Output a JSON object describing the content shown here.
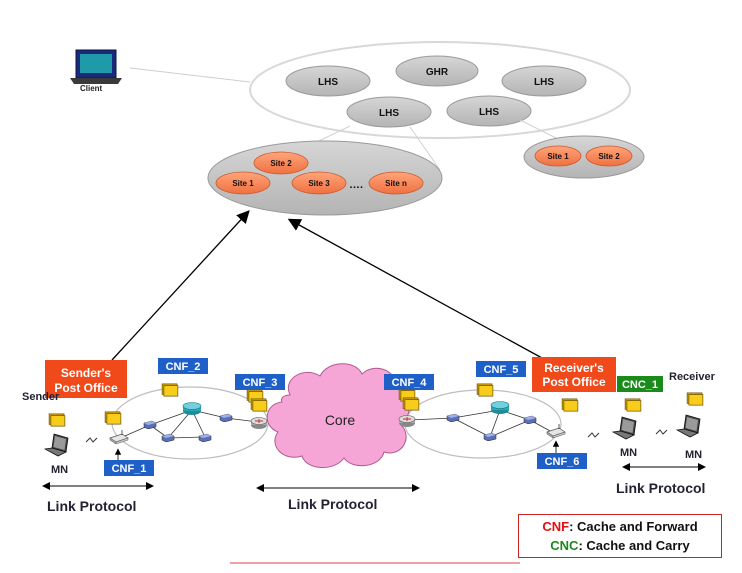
{
  "client": {
    "label": "Client"
  },
  "ghr_cluster": {
    "ghr": "GHR",
    "lhs_top_left": "LHS",
    "lhs_top_right": "LHS",
    "lhs_bottom_left": "LHS",
    "lhs_bottom_right": "LHS"
  },
  "site_cluster_left": {
    "site_2": "Site 2",
    "site_1": "Site 1",
    "site_3": "Site 3",
    "dots": "….",
    "site_n": "Site n"
  },
  "site_cluster_right": {
    "site_1": "Site 1",
    "site_2": "Site 2"
  },
  "network": {
    "sender_post_office": [
      "Sender's",
      "Post Office"
    ],
    "receiver_post_office": [
      "Receiver's",
      "Post Office"
    ],
    "sender": "Sender",
    "receiver": "Receiver",
    "core": "Core",
    "mn_left": "MN",
    "mn_right_1": "MN",
    "mn_right_2": "MN",
    "cnf_1": "CNF_1",
    "cnf_2": "CNF_2",
    "cnf_3": "CNF_3",
    "cnf_4": "CNF_4",
    "cnf_5": "CNF_5",
    "cnf_6": "CNF_6",
    "cnc_1": "CNC_1",
    "link_protocol_left": "Link Protocol",
    "link_protocol_center": "Link Protocol",
    "link_protocol_right": "Link Protocol"
  },
  "legend": {
    "cnf_key": "CNF",
    "cnf_desc": ": Cache and Forward",
    "cnc_key": "CNC",
    "cnc_desc": ": Cache and Carry"
  },
  "colors": {
    "site_orange": "#f58a5c",
    "gray_ellipse": "#c9c9c9",
    "cnf_blue": "#1f5fc8",
    "cnc_green": "#1a8a1a",
    "post_office_red": "#f04a1a",
    "core_pink": "#f6a6d6",
    "router_teal": "#2aa6b8"
  }
}
